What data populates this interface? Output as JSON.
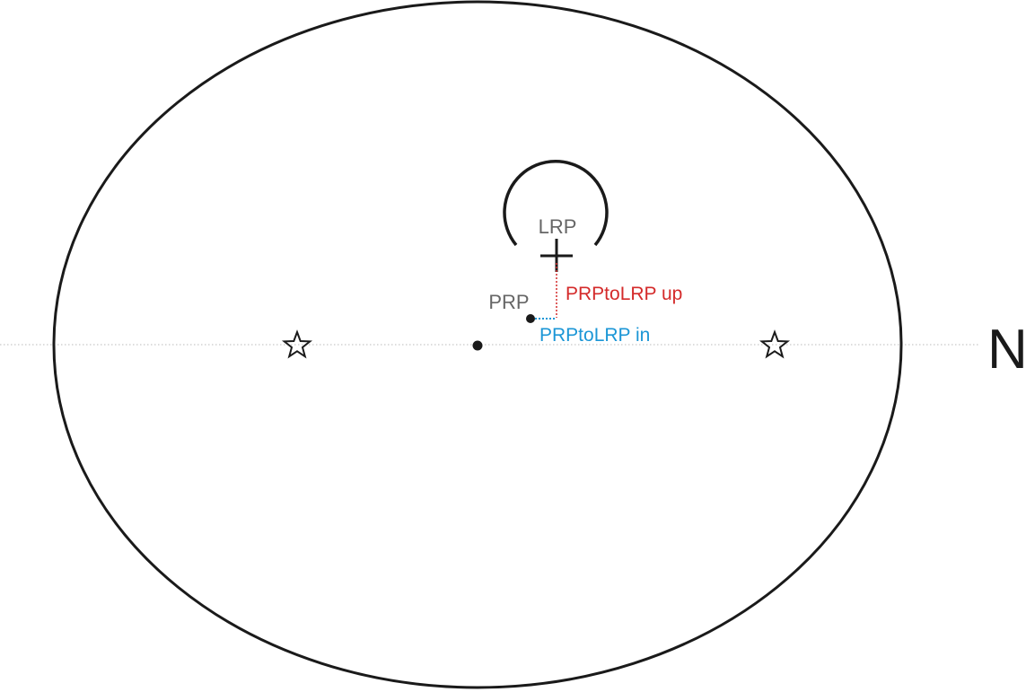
{
  "labels": {
    "lrp": "LRP",
    "prp": "PRP",
    "up": "PRPtoLRP up",
    "in": "PRPtoLRP in",
    "side": "N"
  },
  "colors": {
    "outline": "#1a1a1a",
    "label_gray": "#666666",
    "up_offset": "#d42a2a",
    "in_offset": "#1b96d6",
    "axis_line": "#bbbbbb"
  },
  "icons": {
    "left_marker": "star-outline-icon",
    "right_marker": "star-outline-icon",
    "lrp_marker": "crosshair-plus-icon"
  }
}
